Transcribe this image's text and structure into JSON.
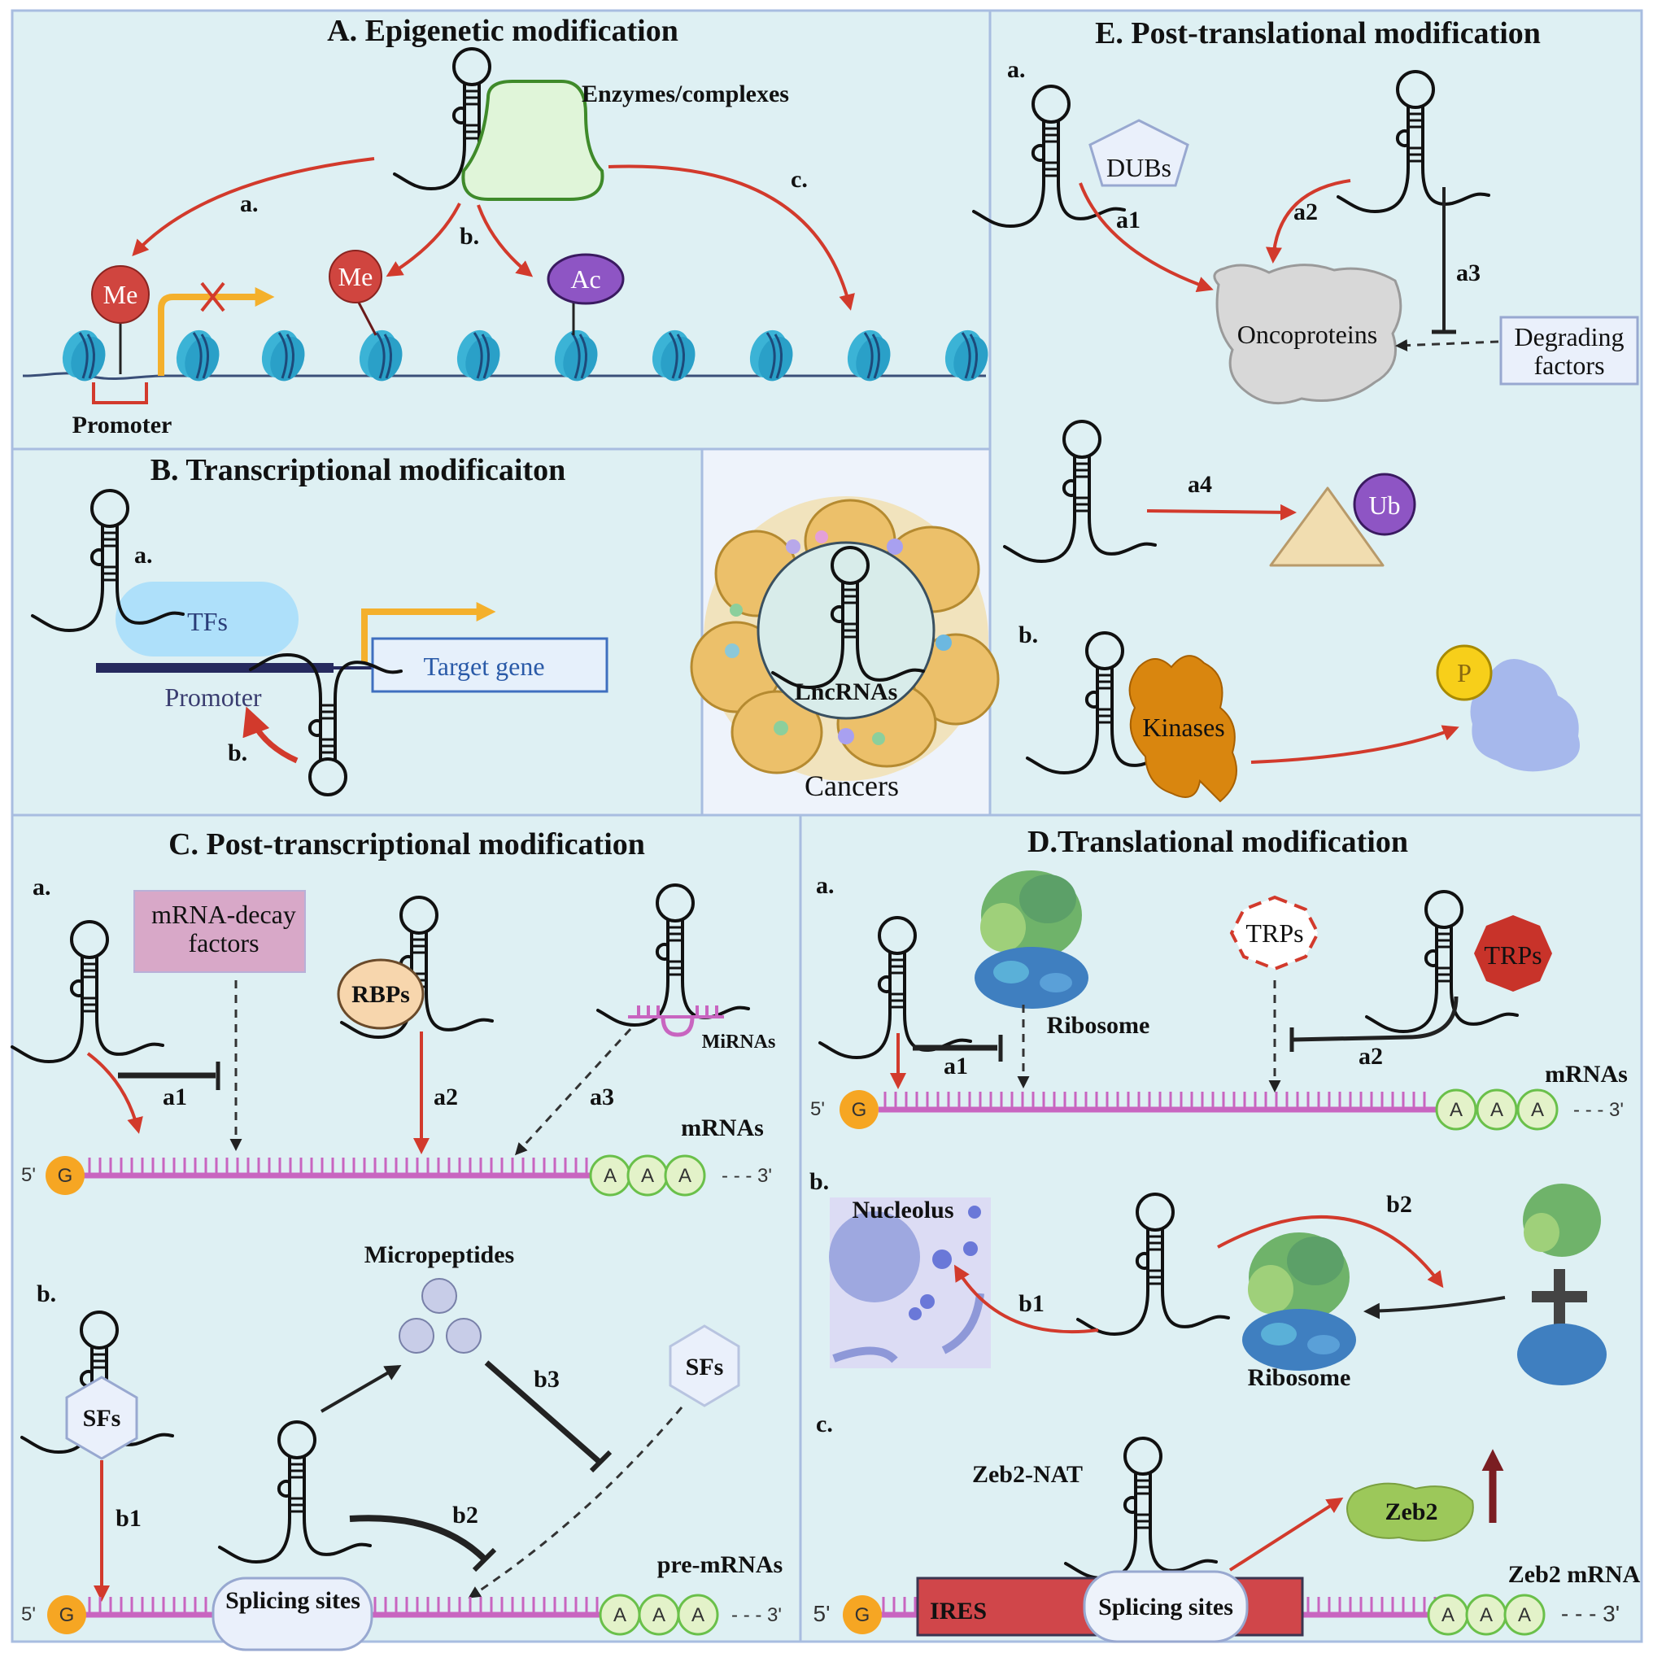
{
  "figure": {
    "panels": {
      "A": {
        "title": "A. Epigenetic modification",
        "enzymes_label": "Enzymes/complexes",
        "pathway_labels": [
          "a.",
          "b.",
          "c."
        ],
        "marks": {
          "me": "Me",
          "ac": "Ac"
        },
        "promoter_label": "Promoter"
      },
      "B": {
        "title": "B. Transcriptional modificaiton",
        "pathway_labels": [
          "a.",
          "b."
        ],
        "tfs_label": "TFs",
        "target_gene_label": "Target gene",
        "promoter_label": "Promoter"
      },
      "center": {
        "lncrnas_label": "LncRNAs",
        "cancers_label": "Cancers"
      },
      "C": {
        "title": "C. Post-transcriptional modification",
        "section_a": "a.",
        "section_b": "b.",
        "decay_label_line1": "mRNA-decay",
        "decay_label_line2": "factors",
        "rbps_label": "RBPs",
        "mirnas_label": "MiRNAs",
        "mrnas_label": "mRNAs",
        "arrow_labels_a": [
          "a1",
          "a2",
          "a3"
        ],
        "sfs_label": "SFs",
        "micropeptides_label": "Micropeptides",
        "arrow_labels_b": [
          "b1",
          "b2",
          "b3"
        ],
        "splicing_label": "Splicing sites",
        "premrnas_label": "pre-mRNAs",
        "cap_label": "G",
        "tail_labels": [
          "A",
          "A",
          "A"
        ],
        "five_prime": "5'",
        "three_prime": "- - - 3'"
      },
      "D": {
        "title": "D.Translational modification",
        "section_a": "a.",
        "section_b": "b.",
        "section_c": "c.",
        "ribosome_label": "Ribosome",
        "trps_label": "TRPs",
        "mrnas_label": "mRNAs",
        "arrow_labels_a": [
          "a1",
          "a2"
        ],
        "nucleolus_label": "Nucleolus",
        "arrow_labels_b": [
          "b1",
          "b2"
        ],
        "zeb2nat_label": "Zeb2-NAT",
        "zeb2_label": "Zeb2",
        "zeb2mrna_label": "Zeb2 mRNA",
        "ires_label": "IRES",
        "splicing_label": "Splicing sites",
        "cap_label": "G",
        "tail_labels": [
          "A",
          "A",
          "A"
        ],
        "five_prime": "5'",
        "three_prime": "- - - 3'"
      },
      "E": {
        "title": "E. Post-translational modification",
        "section_a": "a.",
        "section_b": "b.",
        "dubs_label": "DUBs",
        "oncoproteins_label": "Oncoproteins",
        "degrading_line1": "Degrading",
        "degrading_line2": "factors",
        "arrow_labels": [
          "a1",
          "a2",
          "a3",
          "a4"
        ],
        "ub_label": "Ub",
        "kinases_label": "Kinases",
        "p_label": "P"
      }
    },
    "colors": {
      "panel_bg": "#def0f3",
      "panel_border": "#a8bde0",
      "red_arrow": "#d23a2c",
      "methyl": "#d0453f",
      "acetyl": "#8e55c4",
      "nucleosome": "#3bb3d6",
      "transcription_arrow": "#f4b02c",
      "mrna": "#c865c0",
      "cap": "#f6a623",
      "polyA": "#e3f2c9"
    }
  }
}
